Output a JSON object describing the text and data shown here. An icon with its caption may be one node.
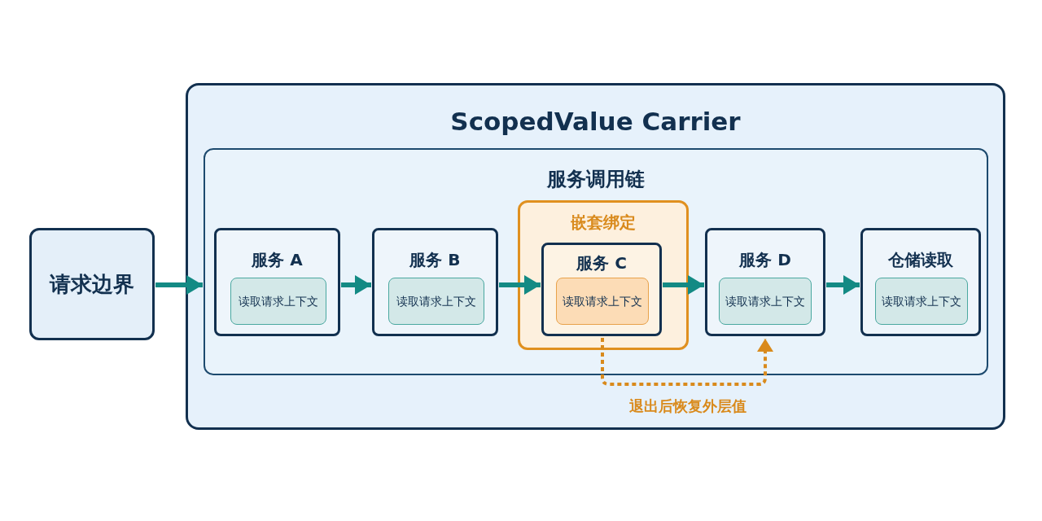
{
  "diagram": {
    "nodes": [
      {
        "text": [
          "请求边界"
        ]
      },
      {
        "text": [
          "ScopedValue Carrier"
        ]
      },
      {
        "text": [
          "服务调用链"
        ],
        "in": 1
      },
      {
        "text": [
          "服务 A"
        ],
        "in": 2
      },
      {
        "text": [
          "读取请求上下文"
        ],
        "in": 3
      },
      {
        "text": [
          "服务 B"
        ],
        "in": 2
      },
      {
        "text": [
          "读取请求上下文"
        ],
        "in": 5
      },
      {
        "text": [
          "嵌套绑定"
        ],
        "in": 2
      },
      {
        "text": [
          "服务 C"
        ],
        "in": 7
      },
      {
        "text": [
          "读取请求上下文"
        ],
        "in": 8
      },
      {
        "text": [
          "服务 D"
        ],
        "in": 2
      },
      {
        "text": [
          "读取请求上下文"
        ],
        "in": 10
      },
      {
        "text": [
          "仓储读取"
        ],
        "in": 2
      },
      {
        "text": [
          "读取请求上下文"
        ],
        "in": 12
      }
    ],
    "edges": [
      {
        "from": 0,
        "to": 2,
        "arrow": "to"
      },
      {
        "from": 3,
        "to": 5,
        "arrow": "to"
      },
      {
        "from": 5,
        "to": 8,
        "arrow": "to"
      },
      {
        "from": 8,
        "to": 10,
        "arrow": "to"
      },
      {
        "from": 10,
        "to": 12,
        "arrow": "to"
      },
      {
        "from": 8,
        "to": 10,
        "arrow": "to",
        "label": "退出后恢复外层值",
        "style": "dashed",
        "color": "#d98a1c"
      }
    ]
  }
}
